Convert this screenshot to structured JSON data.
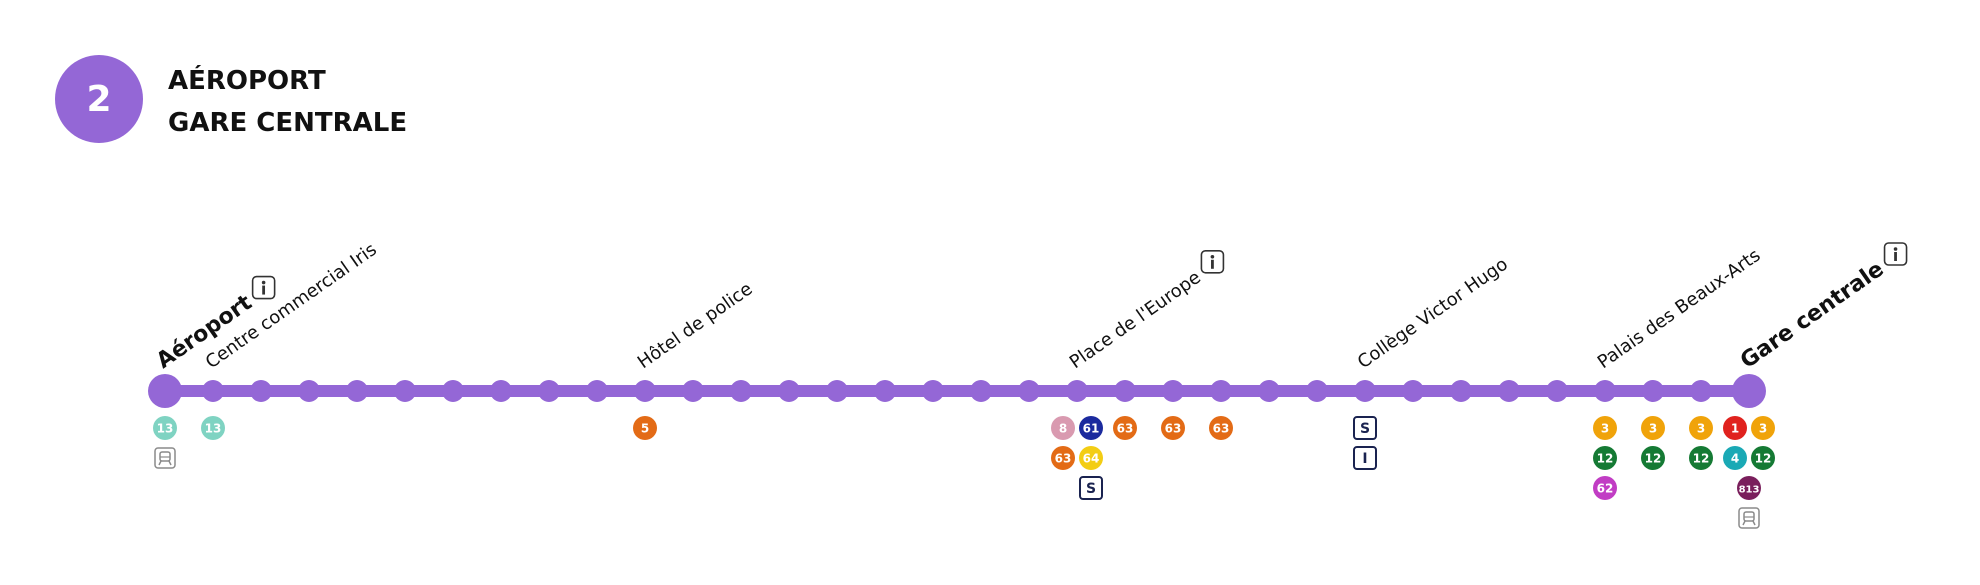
{
  "header": {
    "line_number": "2",
    "title_line1": "AÉROPORT",
    "title_line2": "GARE CENTRALE"
  },
  "colors": {
    "line": "#9467d6",
    "c13": "#7fd3c2",
    "c5": "#e36b16",
    "c8": "#d99ab0",
    "c61": "#1b2a9e",
    "c63": "#e36b16",
    "c64": "#f3cd14",
    "c3": "#f0a30a",
    "c12": "#157a34",
    "c62": "#c13dc4",
    "c1": "#e0221e",
    "c4": "#1aa9b5",
    "c813": "#7a1f5c",
    "square": "#1a2350",
    "train": "#8a8a8a"
  },
  "stops": [
    {
      "name": "Aéroport",
      "info": true,
      "terminus": true
    },
    {
      "name": "Centre commercial Iris"
    },
    {
      "name": "Hôtel de police"
    },
    {
      "name": "Place de l'Europe",
      "info": true
    },
    {
      "name": "Collège Victor Hugo"
    },
    {
      "name": "Palais des Beaux-Arts"
    },
    {
      "name": "Gare centrale",
      "info": true,
      "terminus": true
    }
  ],
  "connections": {
    "s0": [
      {
        "type": "circle",
        "label": "13",
        "color": "c13"
      },
      {
        "type": "icon",
        "icon": "train-icon"
      }
    ],
    "s1": [
      {
        "type": "circle",
        "label": "13",
        "color": "c13"
      }
    ],
    "s10": [
      {
        "type": "circle",
        "label": "5",
        "color": "c5"
      }
    ],
    "s19a": [
      {
        "type": "circle",
        "label": "8",
        "color": "c8"
      },
      {
        "type": "circle",
        "label": "63",
        "color": "c63"
      }
    ],
    "s19b": [
      {
        "type": "circle",
        "label": "61",
        "color": "c61"
      },
      {
        "type": "circle",
        "label": "64",
        "color": "c64"
      },
      {
        "type": "square",
        "label": "S"
      }
    ],
    "s20": [
      {
        "type": "circle",
        "label": "63",
        "color": "c63"
      }
    ],
    "s21": [
      {
        "type": "circle",
        "label": "63",
        "color": "c63"
      }
    ],
    "s22": [
      {
        "type": "circle",
        "label": "63",
        "color": "c63"
      }
    ],
    "s25": [
      {
        "type": "square",
        "label": "S"
      },
      {
        "type": "square",
        "label": "I"
      }
    ],
    "s30": [
      {
        "type": "circle",
        "label": "3",
        "color": "c3"
      },
      {
        "type": "circle",
        "label": "12",
        "color": "c12"
      },
      {
        "type": "circle",
        "label": "62",
        "color": "c62"
      }
    ],
    "s31": [
      {
        "type": "circle",
        "label": "3",
        "color": "c3"
      },
      {
        "type": "circle",
        "label": "12",
        "color": "c12"
      }
    ],
    "s32": [
      {
        "type": "circle",
        "label": "3",
        "color": "c3"
      },
      {
        "type": "circle",
        "label": "12",
        "color": "c12"
      }
    ],
    "s33a": [
      {
        "type": "circle",
        "label": "1",
        "color": "c1"
      },
      {
        "type": "circle",
        "label": "4",
        "color": "c4"
      }
    ],
    "s33b": [
      {
        "type": "circle",
        "label": "3",
        "color": "c3"
      },
      {
        "type": "circle",
        "label": "12",
        "color": "c12"
      }
    ],
    "s33c": [
      {
        "type": "circle",
        "label": "813",
        "color": "c813"
      },
      {
        "type": "icon",
        "icon": "train-icon"
      }
    ]
  }
}
